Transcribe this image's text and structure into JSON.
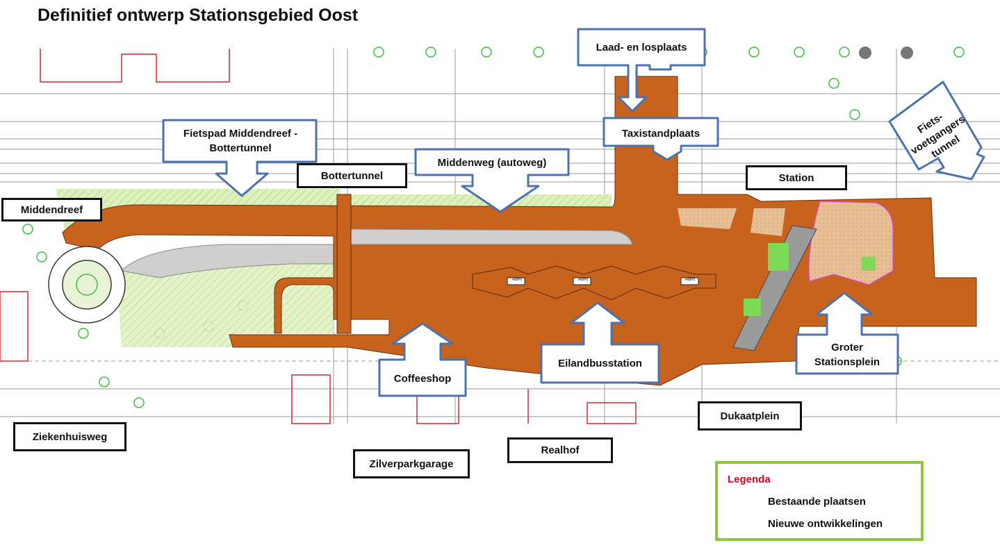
{
  "title": "Definitief ontwerp Stationsgebied Oost",
  "labels_existing": [
    {
      "id": "middendreef",
      "text": "Middendreef"
    },
    {
      "id": "bottertunnel",
      "text": "Bottertunnel"
    },
    {
      "id": "station",
      "text": "Station"
    },
    {
      "id": "ziekenhuisweg",
      "text": "Ziekenhuisweg"
    },
    {
      "id": "zilverparkgarage",
      "text": "Zilverparkgarage"
    },
    {
      "id": "realhof",
      "text": "Realhof"
    },
    {
      "id": "dukaatplein",
      "text": "Dukaatplein"
    }
  ],
  "labels_new": [
    {
      "id": "laad-losplaats",
      "text": "Laad- en losplaats"
    },
    {
      "id": "taxistandplaats",
      "text": "Taxistandplaats"
    },
    {
      "id": "fietspad",
      "text": "Fietspad Middendreef - Bottertunnel"
    },
    {
      "id": "middenweg",
      "text": "Middenweg (autoweg)"
    },
    {
      "id": "fiets-voetgangerstunnel",
      "text": "Fiets- voetgangers tunnel"
    },
    {
      "id": "coffeeshop",
      "text": "Coffeeshop"
    },
    {
      "id": "eilandbusstation",
      "text": "Eilandbusstation"
    },
    {
      "id": "groter-stationsplein",
      "text": "Groter Stationsplein"
    }
  ],
  "abri_label": "ABRI",
  "legend": {
    "title": "Legenda",
    "existing": "Bestaande plaatsen",
    "new": "Nieuwe ontwikkelingen"
  },
  "colors": {
    "pavement": "#c8631e",
    "road": "#cfcfcf",
    "green": "#d8ecb4",
    "callout_border": "#4a72b0",
    "legend_border": "#8cc63f",
    "legend_title": "#e2001a",
    "plaza": "#e8bf95"
  }
}
